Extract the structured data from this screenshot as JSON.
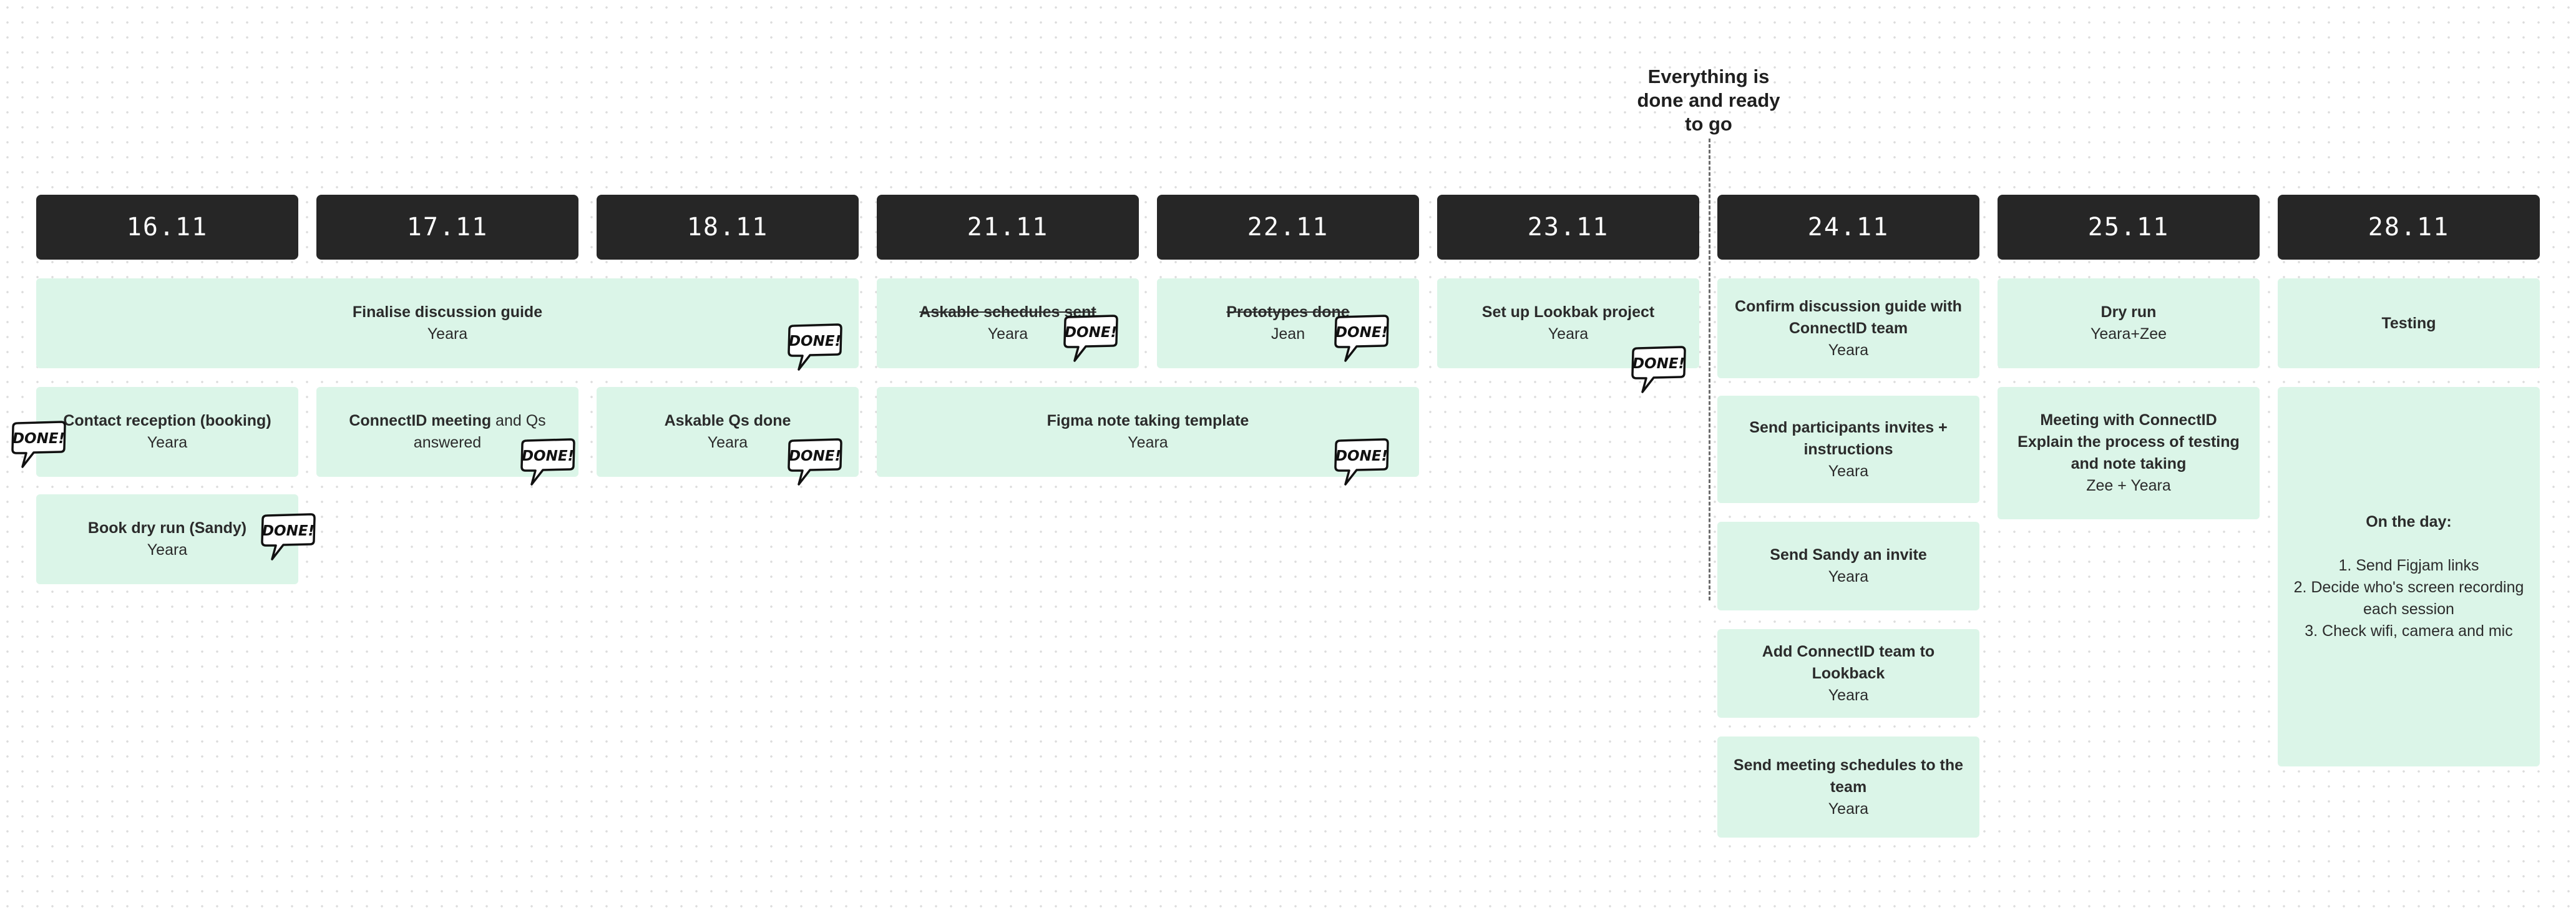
{
  "milestone": {
    "label": "Everything is done and ready to go"
  },
  "dates": [
    "16.11",
    "17.11",
    "18.11",
    "21.11",
    "22.11",
    "23.11",
    "24.11",
    "25.11",
    "28.11"
  ],
  "badge_text": "DONE!",
  "tasks": {
    "finalise_guide": {
      "title": "Finalise discussion guide",
      "owner": "Yeara"
    },
    "contact_reception": {
      "title": "Contact reception (booking)",
      "owner": "Yeara"
    },
    "book_dry_run": {
      "title": "Book dry run (Sandy)",
      "owner": "Yeara"
    },
    "connectid_meeting": {
      "title": "ConnectID meeting",
      "title_rest": " and Qs",
      "line2": "answered"
    },
    "askable_qs": {
      "title": "Askable Qs done",
      "owner": "Yeara"
    },
    "askable_schedules": {
      "title": "Askable schedules sent",
      "owner": "Yeara"
    },
    "prototypes": {
      "title": "Prototypes done",
      "owner": "Jean"
    },
    "figma_template": {
      "title": "Figma note taking template",
      "owner": "Yeara"
    },
    "lookbak_project": {
      "title": "Set up Lookbak project",
      "owner": "Yeara"
    },
    "confirm_guide": {
      "title": "Confirm discussion guide with ConnectID team",
      "owner": "Yeara"
    },
    "send_invites": {
      "title": "Send participants invites + instructions",
      "owner": "Yeara"
    },
    "sandy_invite": {
      "title": "Send Sandy an invite",
      "owner": "Yeara"
    },
    "add_team_lookback": {
      "title": "Add ConnectID team to Lookback",
      "owner": "Yeara"
    },
    "send_schedules": {
      "title": "Send meeting schedules to the team",
      "owner": "Yeara"
    },
    "dry_run": {
      "title": "Dry run",
      "owner": "Yeara+Zee"
    },
    "meeting_connectid": {
      "title": "Meeting with ConnectID",
      "title2": "Explain the process of testing and note taking",
      "owner": "Zee + Yeara"
    },
    "testing": {
      "title": "Testing"
    },
    "on_the_day": {
      "title": "On the day:",
      "items": [
        "1. Send Figjam links",
        "2. Decide who's screen recording each session",
        "3. Check wifi, camera and mic"
      ]
    }
  },
  "colors": {
    "header_bg": "#262626",
    "card_bg": "#dbf5e8",
    "text": "#2b2b2b"
  }
}
